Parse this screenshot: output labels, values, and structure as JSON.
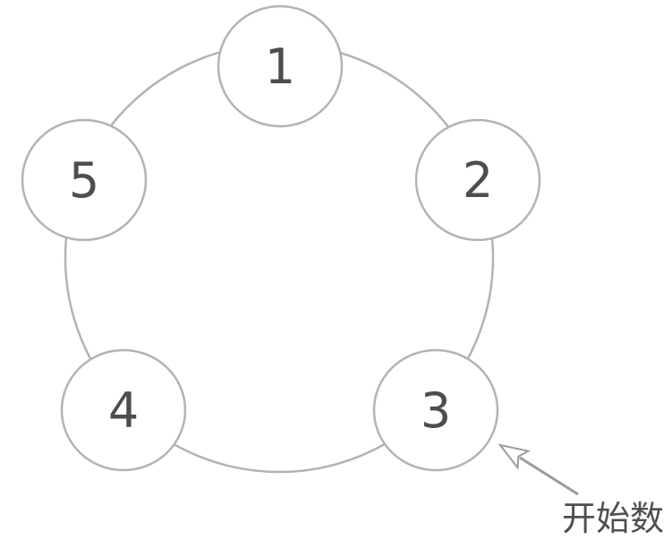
{
  "figure": {
    "nodes": [
      {
        "label": "1"
      },
      {
        "label": "2"
      },
      {
        "label": "3"
      },
      {
        "label": "4"
      },
      {
        "label": "5"
      }
    ],
    "annotation": {
      "label": "开始数",
      "points_to_node": "3"
    },
    "colors": {
      "ring_stroke": "#b3b3b3",
      "node_stroke": "#b3b3b3",
      "node_fill": "#ffffff",
      "number_text": "#4d4d4d",
      "arrow": "#9d9d9d",
      "annotation_text": "#4f4f4f",
      "background": "#ffffff"
    }
  }
}
